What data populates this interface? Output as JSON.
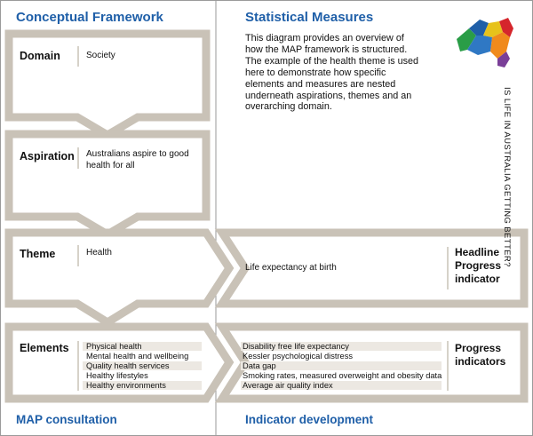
{
  "headers": {
    "left": "Conceptual Framework",
    "right": "Statistical Measures",
    "left_footer": "MAP consultation",
    "right_footer": "Indicator development"
  },
  "intro": "This diagram provides an overview of how the MAP framework is structured. The example of the health theme is used here to demonstrate how specific elements and measures are nested underneath aspirations, themes and an overarching domain.",
  "vertical_text": "IS LIFE IN AUSTRALIA GETTING BETTER?",
  "levels": {
    "domain": {
      "label": "Domain",
      "text": "Society"
    },
    "aspiration": {
      "label": "Aspiration",
      "text": "Australians aspire to good health for all"
    },
    "theme": {
      "label": "Theme",
      "text": "Health"
    },
    "elements": {
      "label": "Elements",
      "items": [
        "Physical health",
        "Mental health and wellbeing",
        "Quality health services",
        "Healthy lifestyles",
        "Healthy environments"
      ]
    }
  },
  "headline": {
    "measure": "Life expectancy at birth",
    "label": "Headline Progress indicator"
  },
  "progress": {
    "items": [
      "Disability free life expectancy",
      "Kessler psychological distress",
      "Data gap",
      "Smoking rates, measured overweight and obesity data",
      "Average air quality index"
    ],
    "label": "Progress indicators"
  },
  "colors": {
    "heading_blue": "#1f5fa8",
    "frame_tan": "#c9c2b7",
    "divider": "#999999"
  }
}
